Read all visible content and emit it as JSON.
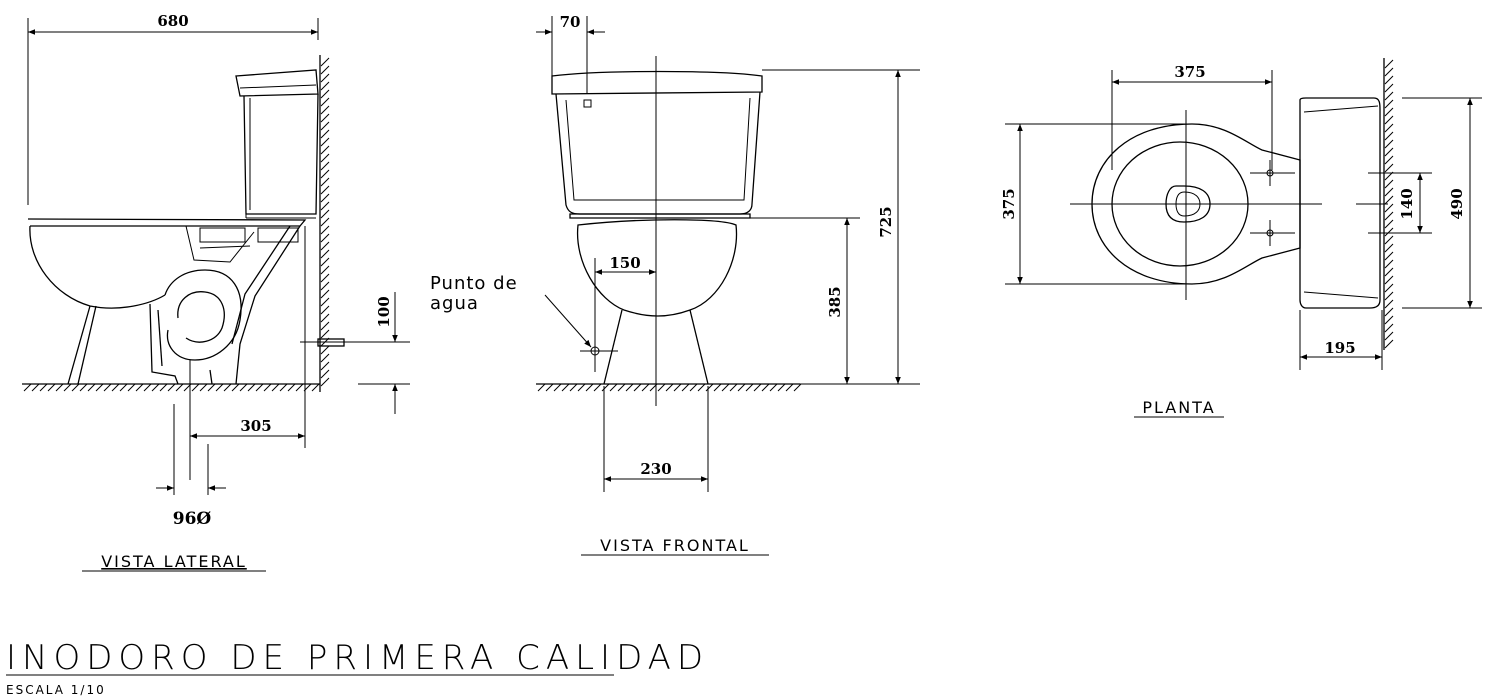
{
  "views": {
    "lateral": {
      "label": "VISTA LATERAL",
      "dims": {
        "overall_depth": "680",
        "wall_to_drain": "305",
        "floor_to_inlet": "100",
        "drain_diameter": "96Ø"
      }
    },
    "frontal": {
      "label": "VISTA FRONTAL",
      "dims": {
        "lid_offset": "70",
        "inlet_offset": "150",
        "base_width": "230",
        "bowl_height": "385",
        "total_height": "725"
      },
      "note_line1": "Punto de",
      "note_line2": "agua"
    },
    "plan": {
      "label": "PLANTA",
      "dims": {
        "bowl_length": "375",
        "bowl_width": "375",
        "bolt_spacing": "140",
        "tank_width": "490",
        "tank_depth": "195"
      }
    }
  },
  "title": "INODORO DE PRIMERA CALIDAD",
  "scale": "ESCALA 1/10"
}
